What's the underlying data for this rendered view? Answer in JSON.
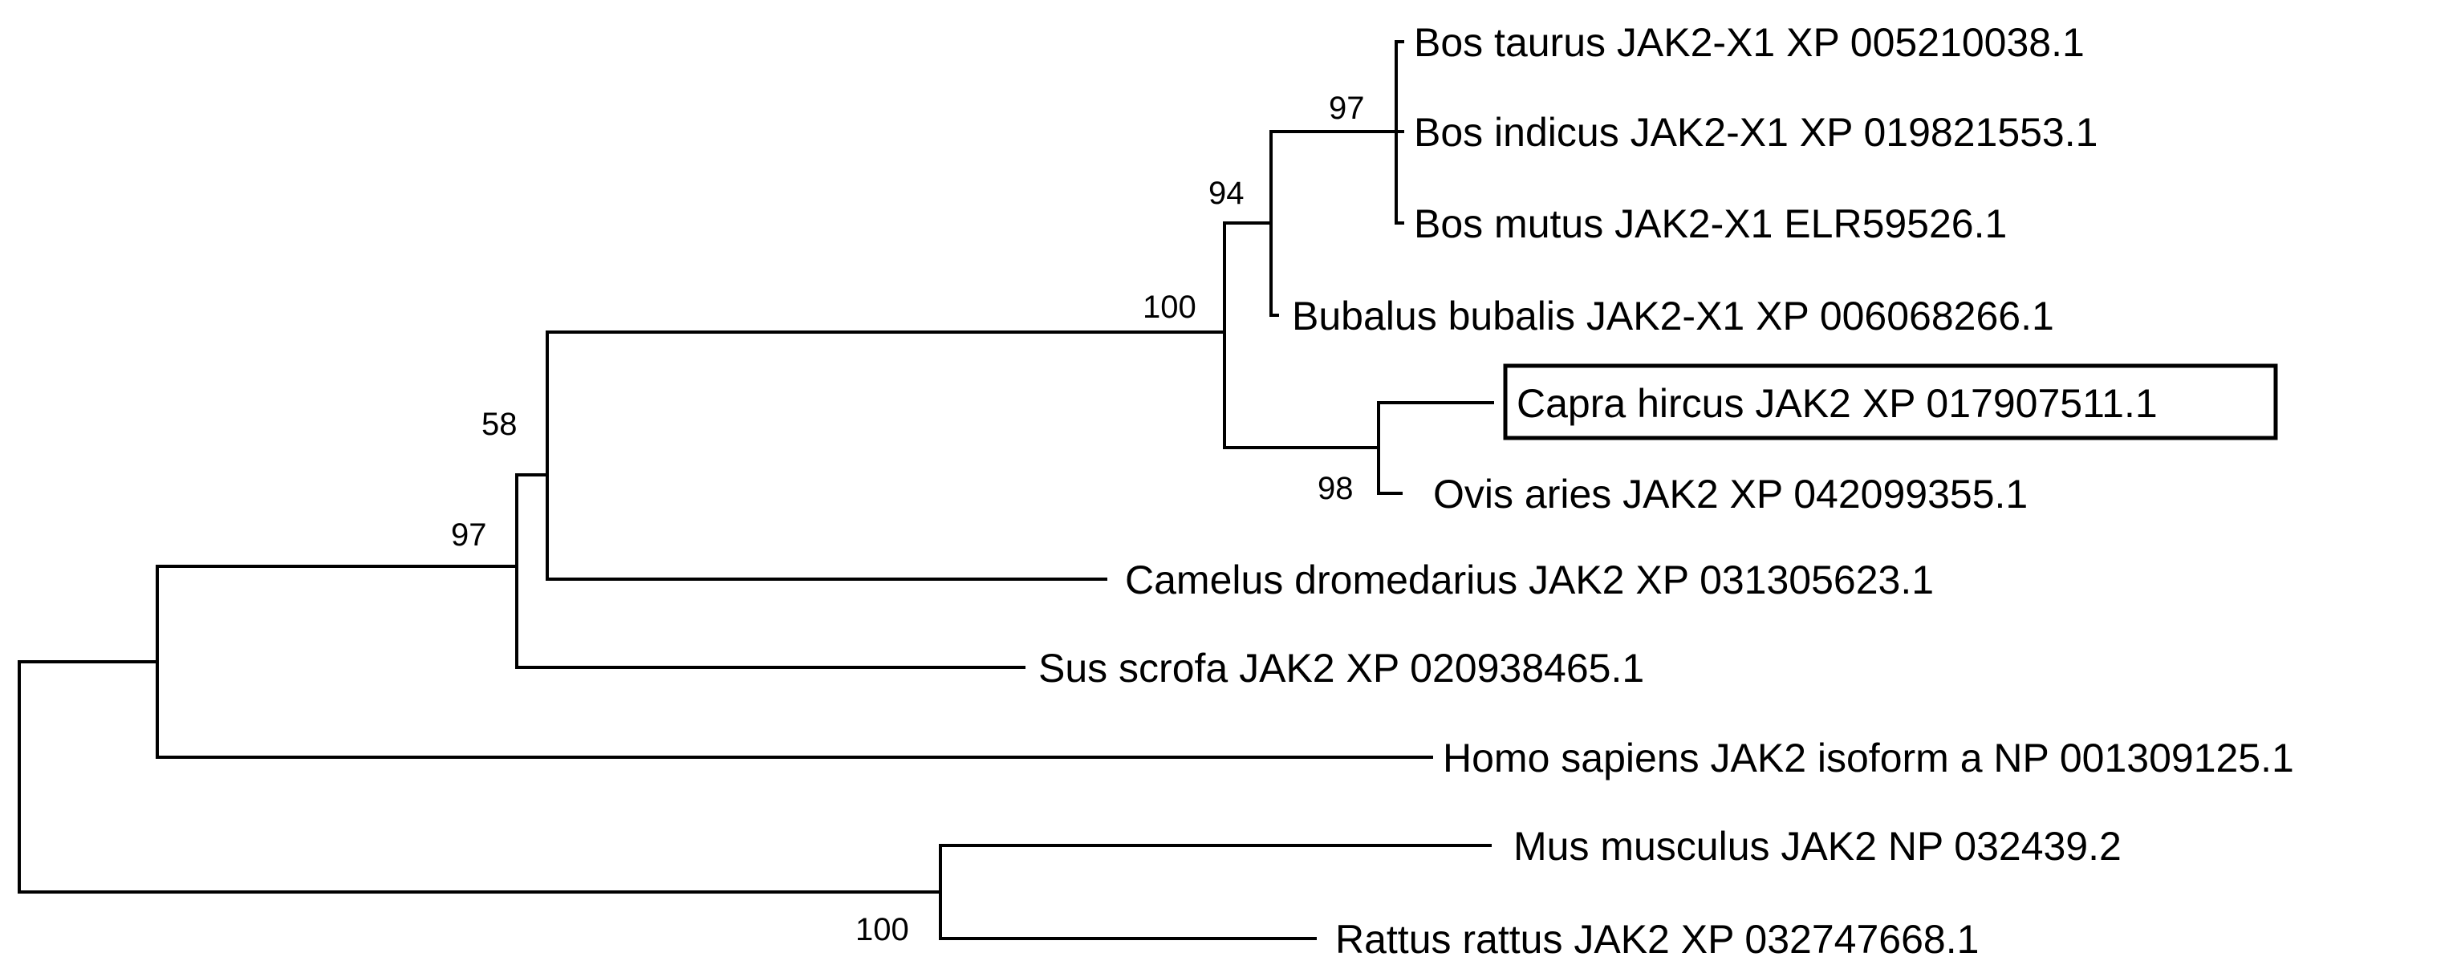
{
  "taxa": {
    "bos_taurus": "Bos taurus JAK2-X1 XP 005210038.1",
    "bos_indicus": "Bos indicus JAK2-X1 XP 019821553.1",
    "bos_mutus": "Bos mutus JAK2-X1 ELR59526.1",
    "bubalus_bubalis": "Bubalus bubalis JAK2-X1 XP 006068266.1",
    "capra_hircus": "Capra hircus JAK2 XP 017907511.1",
    "ovis_aries": "Ovis aries JAK2 XP 042099355.1",
    "camelus_dromedarius": "Camelus dromedarius JAK2 XP 031305623.1",
    "sus_scrofa": "Sus scrofa JAK2 XP 020938465.1",
    "homo_sapiens": "Homo sapiens JAK2 isoform a NP 001309125.1",
    "mus_musculus": "Mus musculus JAK2 NP 032439.2",
    "rattus_rattus": "Rattus rattus JAK2 XP 032747668.1"
  },
  "bootstrap": {
    "bos_clade": "97",
    "bos_bubalus_clade": "94",
    "bovidae_clade": "100",
    "caprinae_clade": "98",
    "ruminant_camel_clade": "58",
    "cetartiodactyla_clade": "97",
    "rodent_clade": "100"
  },
  "highlighted_taxon": "Capra hircus JAK2 XP 017907511.1"
}
